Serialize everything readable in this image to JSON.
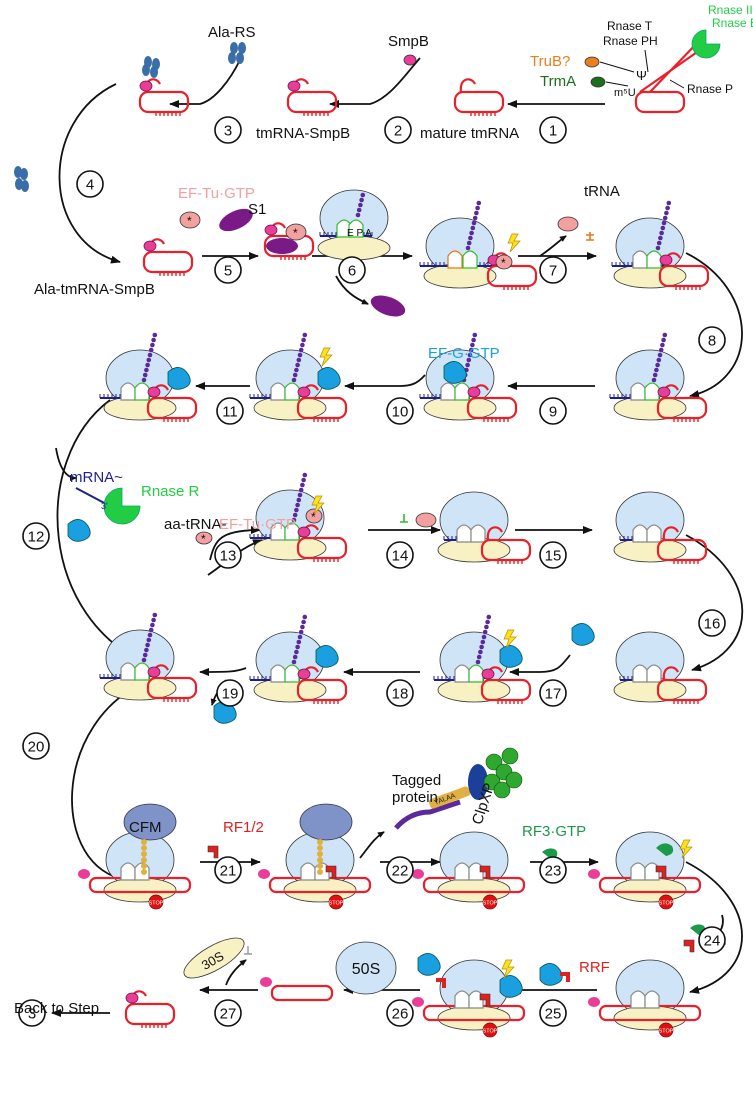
{
  "labels": {
    "ala_rs": "Ala-RS",
    "smpb": "SmpB",
    "rnase_iii": "Rnase III",
    "rnase_e": "Rnase E",
    "rnase_t": "Rnase T",
    "rnase_ph": "Rnase PH",
    "trub": "TruB?",
    "psi": "Ψ",
    "trma": "TrmA",
    "m5u": "m⁵U",
    "rnase_p": "Rnase P",
    "tmrna_smpb": "tmRNA-SmpB",
    "mature_tmrna": "mature tmRNA",
    "ef_tu_gtp": "EF-Tu·GTP",
    "s1": "S1",
    "epa": "E P A",
    "trna": "tRNA",
    "ala_tmrna_smpb": "Ala-tmRNA-SmpB",
    "ef_g_gtp": "EF-G·GTP",
    "mrna": "mRNA~",
    "three_prime": "3'",
    "rnase_r": "Rnase R",
    "aa_trna": "aa-tRNA-",
    "aa_trna_eftu": "EF-Tu·GTP",
    "cfm": "CFM",
    "rf12": "RF1/2",
    "tagged_protein": "Tagged\nprotein",
    "tagged_line1": "Tagged",
    "tagged_line2": "protein",
    "clpxp": "ClpXP",
    "yalaa": "YALAA",
    "rf3_gtp": "RF3·GTP",
    "rrf": "RRF",
    "stop": "STOP",
    "ribo_50s": "50S",
    "ribo_30s": "30S",
    "back_to_step": "Back to Step"
  },
  "steps": [
    "1",
    "2",
    "3",
    "4",
    "5",
    "6",
    "7",
    "8",
    "9",
    "10",
    "11",
    "12",
    "13",
    "14",
    "15",
    "16",
    "17",
    "18",
    "19",
    "20",
    "21",
    "22",
    "23",
    "24",
    "25",
    "26",
    "27",
    "3"
  ],
  "colors": {
    "tmrna": "#e8202a",
    "smpb": "#e83e9a",
    "alars": "#3a6ea8",
    "eftu": "#f2a0a0",
    "s1": "#7a1a86",
    "ribosome_large": "#cfe4f7",
    "ribosome_small": "#f7f1c4",
    "mrna": "#1f1f8c",
    "peptide": "#5b2a9a",
    "efg": "#1aa0e0",
    "rnase_green": "#22cc44",
    "trub": "#e88020",
    "trma": "#1b6e1b",
    "rf12": "#dd2222",
    "rf3": "#1a9a4a",
    "clpxp": "#2fa82f",
    "yalaa": "#e0b040",
    "cfm": "#7f93c9",
    "trna_green": "#33bb33",
    "trna_orange": "#e07a1a"
  }
}
